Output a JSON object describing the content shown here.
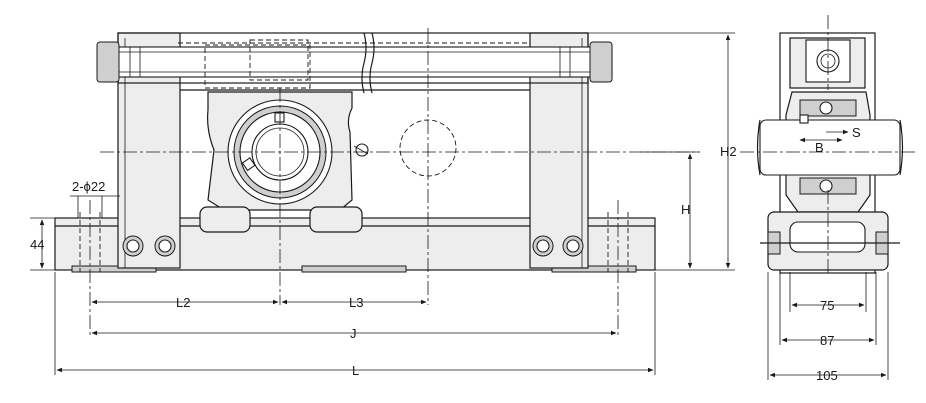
{
  "dimensions": {
    "hole_spec": "2-ϕ22",
    "base_height": "44",
    "L2": "L2",
    "L3": "L3",
    "J": "J",
    "L": "L",
    "H": "H",
    "H2": "H2",
    "B": "B",
    "S": "S",
    "w75": "75",
    "w87": "87",
    "w105": "105"
  }
}
